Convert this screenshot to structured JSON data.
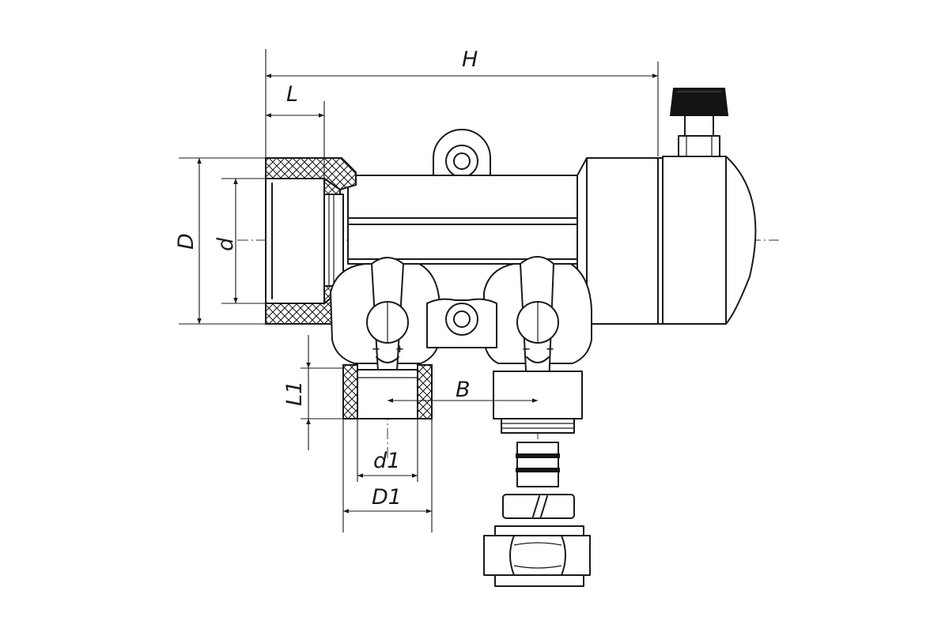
{
  "dimensions": {
    "H": "H",
    "L": "L",
    "D": "D",
    "d": "d",
    "L1": "L1",
    "B": "B",
    "d1": "d1",
    "D1": "D1"
  },
  "valve_marks": {
    "minus": "−",
    "plus": "+"
  },
  "colors": {
    "line": "#1a1a1a",
    "background": "#ffffff"
  }
}
